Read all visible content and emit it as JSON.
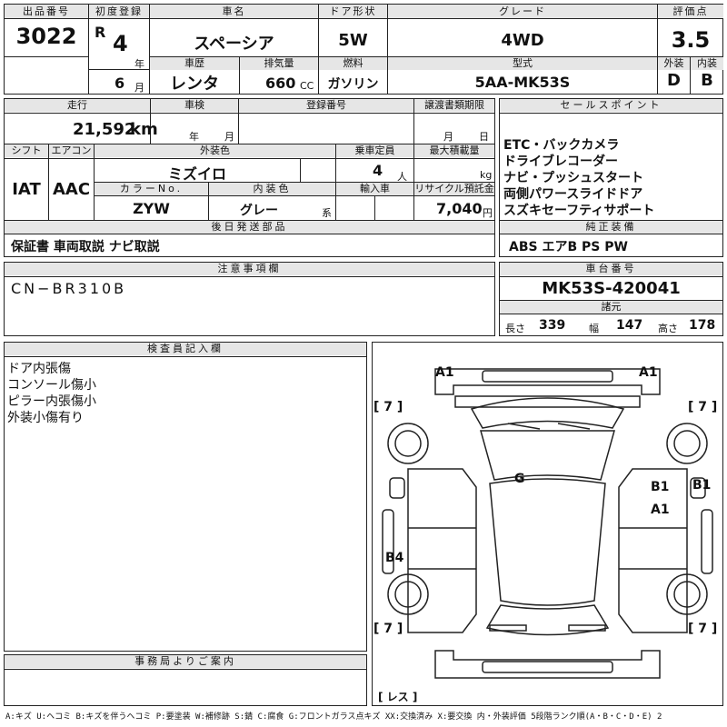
{
  "top": {
    "lot_label": "出品番号",
    "lot_no": "3022",
    "first_reg_label": "初度登録",
    "era": "R",
    "reg_year": "4",
    "year_unit": "年",
    "reg_month": "6",
    "month_unit": "月",
    "name_label": "車名",
    "car_name": "スペーシア",
    "door_label": "ドア形状",
    "door_type": "5W",
    "grade_label": "グレード",
    "grade": "4WD",
    "score_label": "評価点",
    "score": "3.5",
    "history_label": "車歴",
    "history": "レンタ",
    "displacement_label": "排気量",
    "displacement": "660",
    "displacement_unit": "CC",
    "fuel_label": "燃料",
    "fuel": "ガソリン",
    "model_label": "型式",
    "model_code": "5AA-MK53S",
    "exterior_label": "外装",
    "exterior_grade": "D",
    "interior_label": "内装",
    "interior_grade": "B"
  },
  "mid": {
    "mileage_label": "走行",
    "mileage": "21,592",
    "mileage_unit": "km",
    "inspection_label": "車検",
    "insp_year_unit": "年",
    "insp_month_unit": "月",
    "regno_label": "登録番号",
    "transfer_label": "譲渡書類期限",
    "transfer_month_unit": "月",
    "transfer_day_unit": "日",
    "shift_label": "シフト",
    "shift": "IAT",
    "ac_label": "エアコン",
    "ac": "AAC",
    "ext_color_label": "外装色",
    "ext_color": "ミズイロ",
    "capacity_label": "乗車定員",
    "capacity": "4",
    "capacity_unit": "人",
    "max_load_label": "最大積載量",
    "max_load_unit": "kg",
    "color_no_label": "カラーNo.",
    "color_no": "ZYW",
    "int_color_label": "内装色",
    "int_color": "グレー",
    "int_color_unit": "系",
    "import_label": "輸入車",
    "recycle_label": "リサイクル預託金",
    "recycle": "7,040",
    "recycle_unit": "円",
    "shipping_label": "後日発送部品",
    "shipping_items": "保証書 車両取説 ナビ取説"
  },
  "sales": {
    "label": "セールスポイント",
    "points": [
      "ETC・バックカメラ",
      "ドライブレコーダー",
      "ナビ・プッシュスタート",
      "両側パワースライドドア",
      "スズキセーフティサポート"
    ],
    "equipment_label": "純正装備",
    "equipment": "ABS エアB PS PW"
  },
  "notes": {
    "label": "注意事項欄",
    "text": "CN−BR310B"
  },
  "chassis": {
    "label": "車台番号",
    "number": "MK53S-420041",
    "spec_label": "諸元",
    "length_label": "長さ",
    "length": "339",
    "width_label": "幅",
    "width": "147",
    "height_label": "高さ",
    "height": "178"
  },
  "inspector": {
    "label": "検査員記入欄",
    "lines": [
      "ドア内張傷",
      "コンソール傷小",
      "ピラー内張傷小",
      "外装小傷有り"
    ]
  },
  "office": {
    "label": "事務局よりご案内"
  },
  "diagram": {
    "marks": {
      "front_left": "A1",
      "front_right": "A1",
      "center": "G",
      "right_door_top": "B1",
      "right_door_bottom": "A1",
      "right_side": "B1",
      "left_rear": "B4"
    },
    "tire_marks": [
      "[ 7 ]",
      "[ 7 ]",
      "[ 7 ]",
      "[ 7 ]"
    ],
    "less_label": "[ レス ]"
  },
  "legend": "A:キズ U:ヘコミ B:キズを伴うヘコミ P:要塗装 W:補修跡 S:錆 C:腐食 G:フロントガラス点キズ XX:交換済み X:要交換 内・外装評価 5段階ランク順(A・B・C・D・E) 2"
}
